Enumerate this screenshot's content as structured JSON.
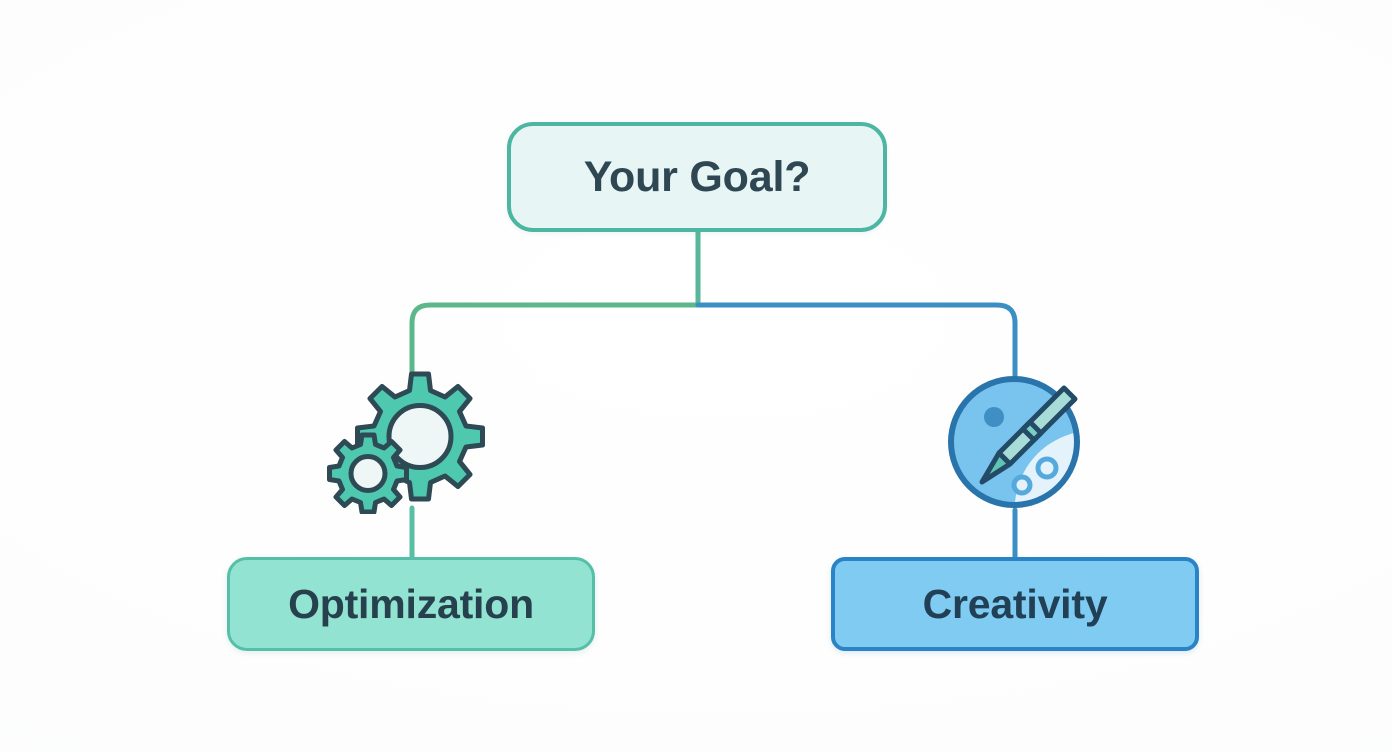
{
  "diagram": {
    "title": "Your Goal? decision branch",
    "background_color": "#fbfcfc",
    "root": {
      "label": "Your Goal?",
      "fill": "#e7f5f5",
      "border": "#4cb6a2",
      "text_color": "#2f4653"
    },
    "branches": [
      {
        "id": "optimization",
        "label": "Optimization",
        "icon": "gears-icon",
        "fill": "#92e3d1",
        "border": "#56bfa7",
        "text_color": "#26414d",
        "connector_color": "#5cb88a",
        "side": "left"
      },
      {
        "id": "creativity",
        "label": "Creativity",
        "icon": "pen-palette-icon",
        "fill": "#80cbf2",
        "border": "#2a83c4",
        "text_color": "#213f55",
        "connector_color": "#3b8fc4",
        "side": "right"
      }
    ],
    "connectors": {
      "stem_color": "#58b79a",
      "left_color": "#5cb88a",
      "right_color": "#3b8fc4",
      "stroke_width": 5
    },
    "icon_colors": {
      "gear_fill": "#4ec9b0",
      "gear_outline": "#2d4a55",
      "gear_center": "#eef6f6",
      "circle_fill": "#78c4ee",
      "circle_outline": "#2a74ac",
      "circle_highlight": "#e6f4fb",
      "pen_body": "#a8dcd6",
      "pen_tip": "#5fc4b0",
      "pen_outline": "#234a66",
      "dot_color": "#3f8fc4"
    }
  }
}
